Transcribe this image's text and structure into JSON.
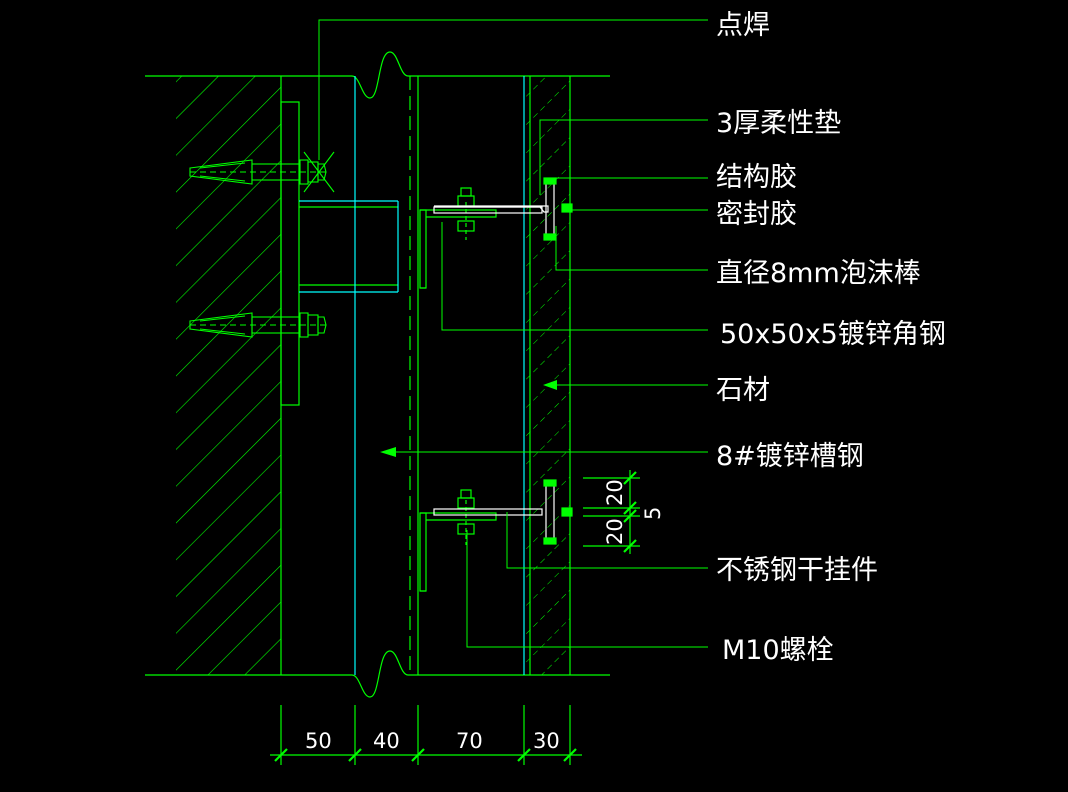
{
  "labels": {
    "spot_weld": "点焊",
    "flexible_pad": "3厚柔性垫",
    "structural_adhesive": "结构胶",
    "sealant": "密封胶",
    "foam_rod": "直径8mm泡沫棒",
    "angle_steel": "50x50x5镀锌角钢",
    "stone": "石材",
    "channel_steel": "8#镀锌槽钢",
    "dry_hanger": "不锈钢干挂件",
    "bolt": "M10螺栓"
  },
  "dimensions": {
    "bottom": [
      "50",
      "40",
      "70",
      "30"
    ],
    "side_upper": "20",
    "side_lower": "20",
    "side_gap": "5"
  },
  "colors": {
    "background": "#000000",
    "line": "#00ff00",
    "cyan": "#00ffff",
    "text": "#ffffff"
  }
}
